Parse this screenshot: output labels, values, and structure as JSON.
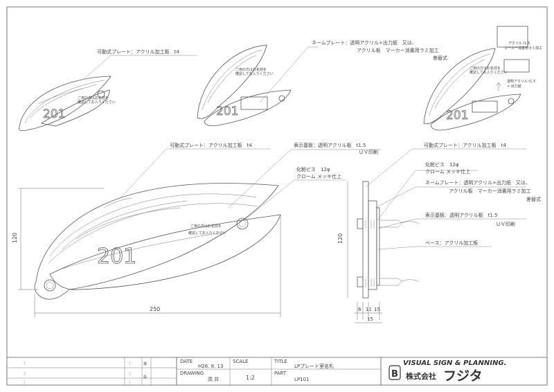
{
  "callouts": {
    "plate_small": "可動式プレート：アクリル加工板　t4",
    "name_plate_line1": "ネームプレート：透明アクリル+出力紙　又は、",
    "name_plate_line2": "アクリル板　マーカー消書用ラミ加工",
    "name_plate_line3": "差替式",
    "plate_main": "可動式プレート：アクリル加工板　t4",
    "display_base_line1": "表示基板：透明アクリル板　t1.5",
    "display_base_line2": "ＵＶ印刷",
    "screw_line1": "化粧ビス　12φ",
    "screw_line2": "クローム メッキ仕上",
    "side_plate": "可動式プレート：アクリル加工板　t4",
    "side_screw_line1": "化粧ビス　12φ",
    "side_screw_line2": "クローム メッキ仕上",
    "side_name_line1": "ネームプレート：透明アクリル+出力紙　又は、",
    "side_name_line2": "アクリル板　マーカー消書用ラミ加工",
    "side_name_line3": "差替式",
    "side_display_line1": "表示基板：透明アクリル板　t1.5",
    "side_display_line2": "ＵＶ印刷",
    "side_base": "ベース：アクリル加工板",
    "inset_acrylic_line1": "アクリル t1.5",
    "inset_acrylic_line2": "マーカー消書用ラミ加工",
    "inset_clear_line1": "透明アクリル t1.5",
    "inset_clear_line2": "+ 出力紙"
  },
  "sign": {
    "room_number": "201",
    "notice_line1": "ご用の方はお名前を",
    "notice_line2": "確認してお入りください"
  },
  "dimensions": {
    "width": "250",
    "height": "120",
    "side_height": "120",
    "side_a": "6",
    "side_b": "11",
    "side_c": "15",
    "side_total": "15"
  },
  "title_block": {
    "row1_left": ":",
    "row2_left": ":",
    "row3_left": ":",
    "row1_right": ":",
    "row2_right": ":",
    "row3_right": ":",
    "mark1": "検",
    "mark2": "設",
    "date_label": "DATE",
    "date_value": "H26. 8. 13",
    "scale_label": "SCALE",
    "scale_value": "1:2",
    "drawing_label": "DRAWING",
    "drawing_value": "高 井",
    "title_label": "TITLE",
    "title_value": "LPプレート室名札",
    "part_label": "PART",
    "part_value": "LP101",
    "company_en": "VISUAL SIGN & PLANNING.",
    "company_prefix": "株式会社",
    "company_name": "フジタ",
    "logo_letter": "B"
  }
}
